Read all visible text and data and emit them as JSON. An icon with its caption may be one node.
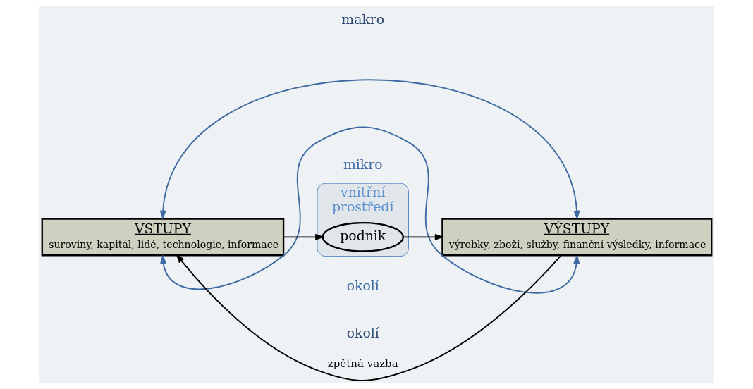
{
  "diagram": {
    "nodes": [
      {
        "text": [
          "VSTUPY",
          "suroviny, kapitál, lidé, technologie, informace"
        ]
      },
      {
        "text": [
          "vnitřní",
          "prostředí"
        ]
      },
      {
        "text": [
          "podnik"
        ],
        "in": 1
      },
      {
        "text": [
          "VÝSTUPY",
          "výrobky, zboží, služby, finanční výsledky, informace"
        ]
      }
    ],
    "edges": [
      {
        "from": 0,
        "to": 2,
        "arrow": "to"
      },
      {
        "from": 2,
        "to": 3,
        "arrow": "to"
      },
      {
        "from": 3,
        "to": 0,
        "arrow": "to",
        "label": "zpětná vazba"
      },
      {
        "from": 0,
        "to": 3,
        "arrow": "both",
        "color": "#3e6aa3"
      },
      {
        "from": 0,
        "to": 3,
        "arrow": "both",
        "color": "#3e6aa3"
      }
    ],
    "labels": [
      "makro",
      "mikro",
      "okolí",
      "okolí"
    ]
  }
}
